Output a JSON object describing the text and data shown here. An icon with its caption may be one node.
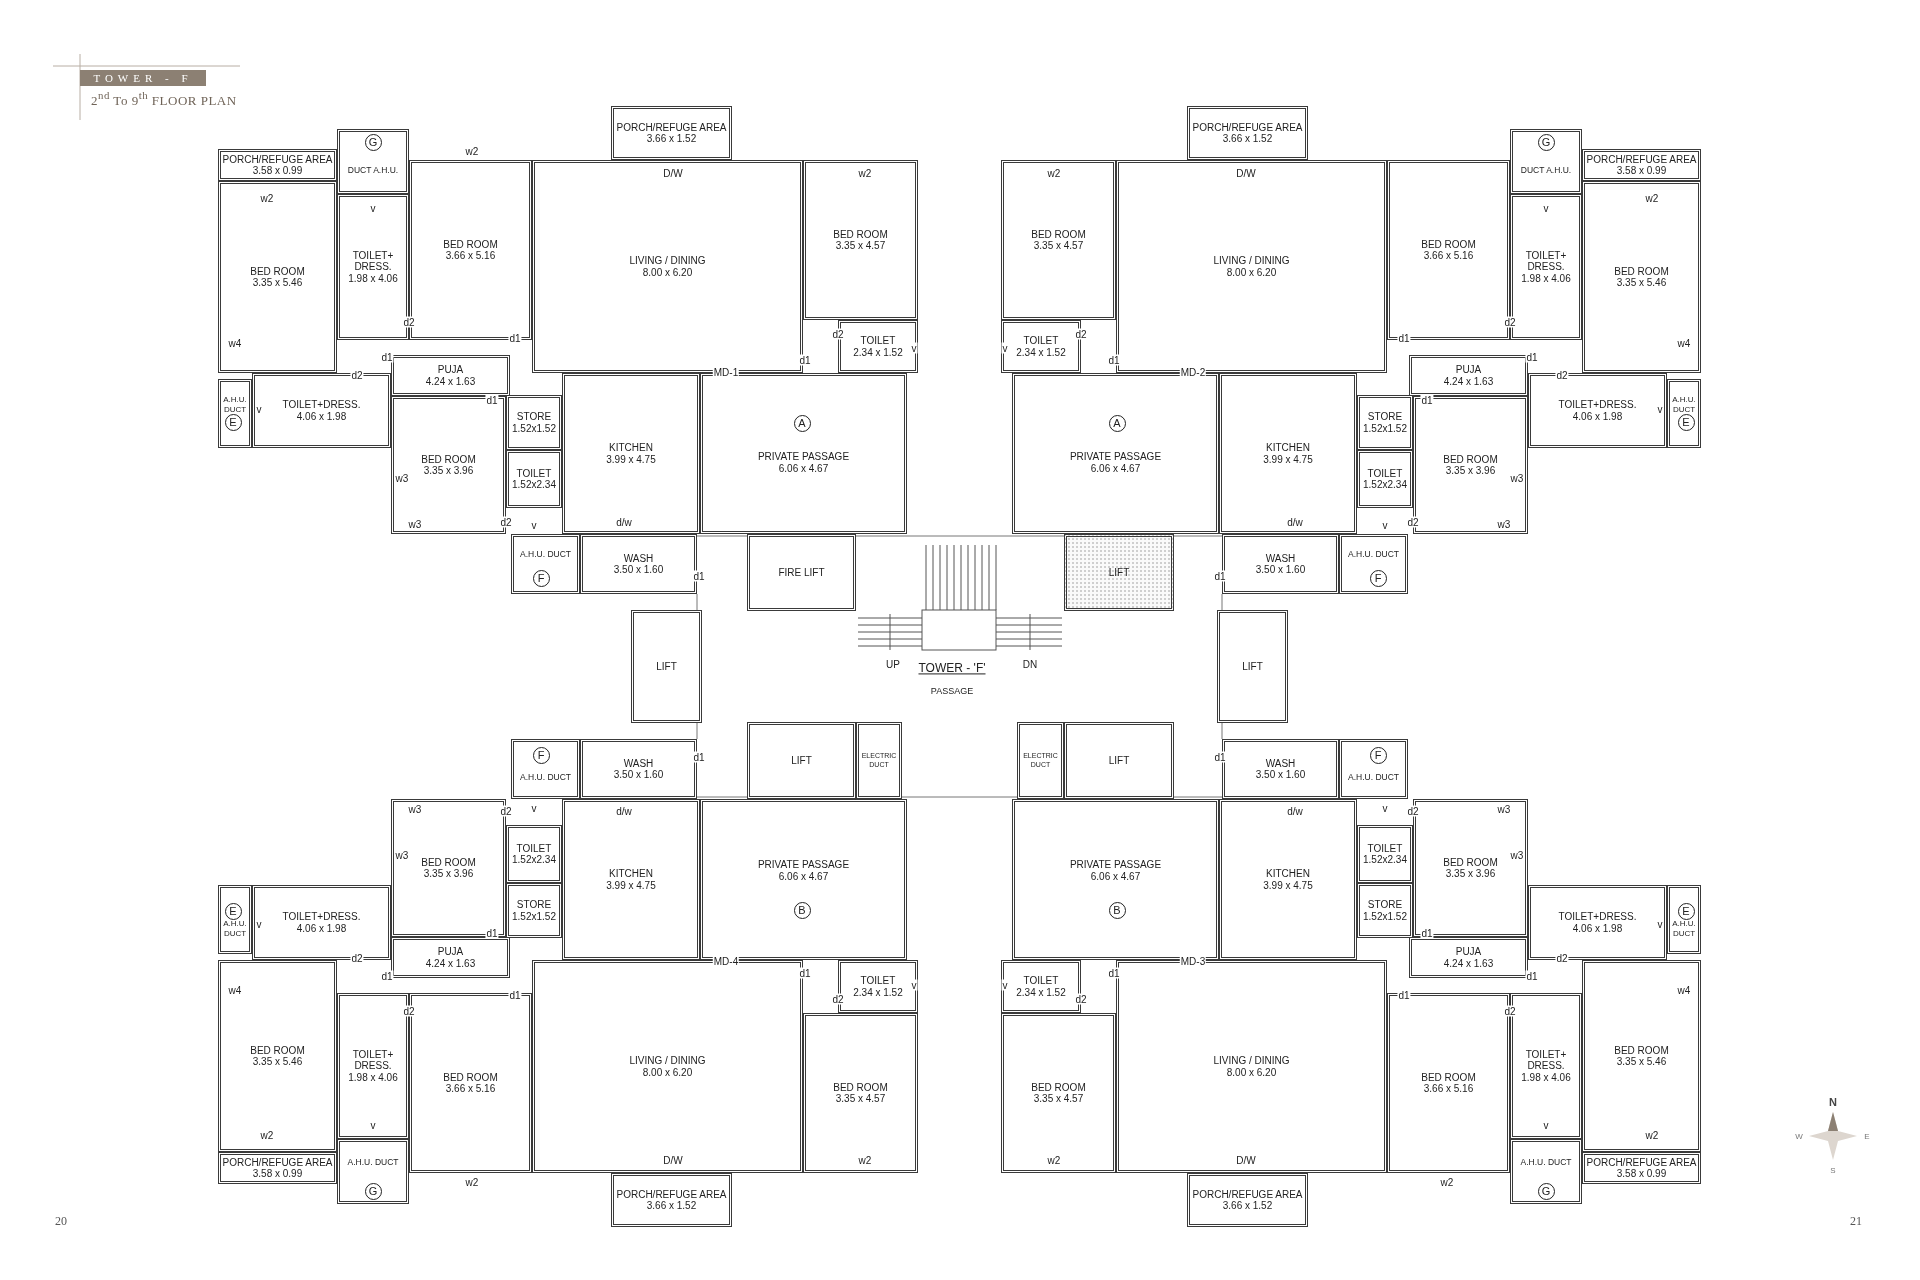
{
  "diagram": {
    "title": "TOWER - F",
    "nodes": [
      {
        "text": [
          "PORCH/REFUGE AREA",
          "3.58 x 0.99"
        ]
      },
      {
        "text": [
          "DUCT A.H.U."
        ]
      },
      {
        "text": [
          "G"
        ],
        "in": 1
      },
      {
        "text": [
          "BED ROOM",
          "3.35 x 5.46"
        ]
      },
      {
        "text": [
          "TOILET+ DRESS.",
          "1.98 x 4.06"
        ]
      },
      {
        "text": [
          "BED ROOM",
          "3.66 x 5.16"
        ]
      },
      {
        "text": [
          "PORCH/REFUGE AREA",
          "3.66 x 1.52"
        ]
      },
      {
        "text": [
          "LIVING / DINING",
          "8.00 x 6.20"
        ]
      },
      {
        "text": [
          "BED ROOM",
          "3.35 x 4.57"
        ]
      },
      {
        "text": [
          "TOILET",
          "2.34 x 1.52"
        ]
      },
      {
        "text": [
          "A.H.U. DUCT"
        ]
      },
      {
        "text": [
          "E"
        ],
        "in": 10
      },
      {
        "text": [
          "TOILET+DRESS.",
          "4.06 x 1.98"
        ]
      },
      {
        "text": [
          "PUJA",
          "4.24 x 1.63"
        ]
      },
      {
        "text": [
          "BED ROOM",
          "3.35 x 3.96"
        ]
      },
      {
        "text": [
          "STORE",
          "1.52x1.52"
        ]
      },
      {
        "text": [
          "TOILET",
          "1.52x2.34"
        ]
      },
      {
        "text": [
          "KITCHEN",
          "3.99 x 4.75"
        ]
      },
      {
        "text": [
          "PRIVATE PASSAGE",
          "6.06 x 4.67"
        ]
      },
      {
        "text": [
          "A"
        ],
        "in": 18
      },
      {
        "text": [
          "A.H.U. DUCT"
        ]
      },
      {
        "text": [
          "F"
        ],
        "in": 20
      },
      {
        "text": [
          "WASH",
          "3.50 x 1.60"
        ]
      },
      {
        "text": [
          "PORCH/REFUGE AREA",
          "3.58 x 0.99"
        ]
      },
      {
        "text": [
          "DUCT A.H.U."
        ]
      },
      {
        "text": [
          "G"
        ],
        "in": 24
      },
      {
        "text": [
          "BED ROOM",
          "3.35 x 5.46"
        ]
      },
      {
        "text": [
          "TOILET+ DRESS.",
          "1.98 x 4.06"
        ]
      },
      {
        "text": [
          "BED ROOM",
          "3.66 x 5.16"
        ]
      },
      {
        "text": [
          "PORCH/REFUGE AREA",
          "3.66 x 1.52"
        ]
      },
      {
        "text": [
          "LIVING / DINING",
          "8.00 x 6.20"
        ]
      },
      {
        "text": [
          "BED ROOM",
          "3.35 x 4.57"
        ]
      },
      {
        "text": [
          "TOILET",
          "2.34 x 1.52"
        ]
      },
      {
        "text": [
          "A.H.U. DUCT"
        ]
      },
      {
        "text": [
          "E"
        ],
        "in": 33
      },
      {
        "text": [
          "TOILET+DRESS.",
          "4.06 x 1.98"
        ]
      },
      {
        "text": [
          "PUJA",
          "4.24 x 1.63"
        ]
      },
      {
        "text": [
          "BED ROOM",
          "3.35 x 3.96"
        ]
      },
      {
        "text": [
          "STORE",
          "1.52x1.52"
        ]
      },
      {
        "text": [
          "TOILET",
          "1.52x2.34"
        ]
      },
      {
        "text": [
          "KITCHEN",
          "3.99 x 4.75"
        ]
      },
      {
        "text": [
          "PRIVATE PASSAGE",
          "6.06 x 4.67"
        ]
      },
      {
        "text": [
          "A"
        ],
        "in": 41
      },
      {
        "text": [
          "A.H.U. DUCT"
        ]
      },
      {
        "text": [
          "F"
        ],
        "in": 43
      },
      {
        "text": [
          "WASH",
          "3.50 x 1.60"
        ]
      },
      {
        "text": [
          "FIRE LIFT"
        ]
      },
      {
        "text": [
          "LIFT"
        ]
      },
      {
        "text": [
          "LIFT"
        ]
      },
      {
        "text": [
          "LIFT"
        ]
      },
      {
        "text": [
          "LIFT"
        ]
      },
      {
        "text": [
          "ELECTRIC DUCT"
        ]
      },
      {
        "text": [
          "ELECTRIC DUCT"
        ]
      },
      {
        "text": [
          "LIFT"
        ]
      },
      {
        "text": [
          "PORCH/REFUGE AREA",
          "3.58 x 0.99"
        ]
      },
      {
        "text": [
          "A.H.U. DUCT"
        ]
      },
      {
        "text": [
          "G"
        ],
        "in": 55
      },
      {
        "text": [
          "BED ROOM",
          "3.35 x 5.46"
        ]
      },
      {
        "text": [
          "TOILET+ DRESS.",
          "1.98 x 4.06"
        ]
      },
      {
        "text": [
          "BED ROOM",
          "3.66 x 5.16"
        ]
      },
      {
        "text": [
          "PORCH/REFUGE AREA",
          "3.66 x 1.52"
        ]
      },
      {
        "text": [
          "LIVING / DINING",
          "8.00 x 6.20"
        ]
      },
      {
        "text": [
          "BED ROOM",
          "3.35 x 4.57"
        ]
      },
      {
        "text": [
          "TOILET",
          "2.34 x 1.52"
        ]
      },
      {
        "text": [
          "A.H.U. DUCT"
        ]
      },
      {
        "text": [
          "E"
        ],
        "in": 64
      },
      {
        "text": [
          "TOILET+DRESS.",
          "4.06 x 1.98"
        ]
      },
      {
        "text": [
          "PUJA",
          "4.24 x 1.63"
        ]
      },
      {
        "text": [
          "BED ROOM",
          "3.35 x 3.96"
        ]
      },
      {
        "text": [
          "STORE",
          "1.52x1.52"
        ]
      },
      {
        "text": [
          "TOILET",
          "1.52x2.34"
        ]
      },
      {
        "text": [
          "KITCHEN",
          "3.99 x 4.75"
        ]
      },
      {
        "text": [
          "PRIVATE PASSAGE",
          "6.06 x 4.67"
        ]
      },
      {
        "text": [
          "B"
        ],
        "in": 72
      },
      {
        "text": [
          "A.H.U. DUCT"
        ]
      },
      {
        "text": [
          "F"
        ],
        "in": 74
      },
      {
        "text": [
          "WASH",
          "3.50 x 1.60"
        ]
      },
      {
        "text": [
          "PORCH/REFUGE AREA",
          "3.58 x 0.99"
        ]
      },
      {
        "text": [
          "A.H.U. DUCT"
        ]
      },
      {
        "text": [
          "G"
        ],
        "in": 78
      },
      {
        "text": [
          "BED ROOM",
          "3.35 x 5.46"
        ]
      },
      {
        "text": [
          "TOILET+ DRESS.",
          "1.98 x 4.06"
        ]
      },
      {
        "text": [
          "BED ROOM",
          "3.66 x 5.16"
        ]
      },
      {
        "text": [
          "PORCH/REFUGE AREA",
          "3.66 x 1.52"
        ]
      },
      {
        "text": [
          "LIVING / DINING",
          "8.00 x 6.20"
        ]
      },
      {
        "text": [
          "BED ROOM",
          "3.35 x 4.57"
        ]
      },
      {
        "text": [
          "TOILET",
          "2.34 x 1.52"
        ]
      },
      {
        "text": [
          "A.H.U. DUCT"
        ]
      },
      {
        "text": [
          "E"
        ],
        "in": 87
      },
      {
        "text": [
          "TOILET+DRESS.",
          "4.06 x 1.98"
        ]
      },
      {
        "text": [
          "PUJA",
          "4.24 x 1.63"
        ]
      },
      {
        "text": [
          "BED ROOM",
          "3.35 x 3.96"
        ]
      },
      {
        "text": [
          "STORE",
          "1.52x1.52"
        ]
      },
      {
        "text": [
          "TOILET",
          "1.52x2.34"
        ]
      },
      {
        "text": [
          "KITCHEN",
          "3.99 x 4.75"
        ]
      },
      {
        "text": [
          "PRIVATE PASSAGE",
          "6.06 x 4.67"
        ]
      },
      {
        "text": [
          "B"
        ],
        "in": 95
      },
      {
        "text": [
          "A.H.U. DUCT"
        ]
      },
      {
        "text": [
          "F"
        ],
        "in": 97
      },
      {
        "text": [
          "WASH",
          "3.50 x 1.60"
        ]
      }
    ],
    "labels": [
      "2$^{nd}$ To 9$^{th}$ FLOOR PLAN",
      "w2",
      "D/W",
      "w2",
      "w2",
      "v",
      "d2",
      "d1",
      "w4",
      "d2",
      "v",
      "d1",
      "MD-1",
      "d1",
      "d2",
      "v",
      "d1",
      "w3",
      "w3",
      "d2",
      "v",
      "d/w",
      "d1",
      "D/W",
      "w2",
      "w2",
      "v",
      "d2",
      "d1",
      "w4",
      "d2",
      "v",
      "d1",
      "MD-2",
      "d1",
      "d2",
      "v",
      "d1",
      "w3",
      "w3",
      "d2",
      "v",
      "d/w",
      "d1",
      "UP",
      "TOWER - 'F'",
      "DN",
      "PASSAGE",
      "w2",
      "D/W",
      "w2",
      "w2",
      "v",
      "d2",
      "d1",
      "w4",
      "d2",
      "v",
      "d1",
      "MD-4",
      "d1",
      "d2",
      "v",
      "d1",
      "w3",
      "w3",
      "d2",
      "v",
      "d/w",
      "d1",
      "w2",
      "D/W",
      "w2",
      "w2",
      "v",
      "d2",
      "d1",
      "w4",
      "d2",
      "v",
      "d1",
      "MD-3",
      "d1",
      "d2",
      "v",
      "d1",
      "w3",
      "w3",
      "d2",
      "v",
      "d/w",
      "d1",
      "N",
      "W",
      "E",
      "S",
      "20",
      "21"
    ]
  }
}
